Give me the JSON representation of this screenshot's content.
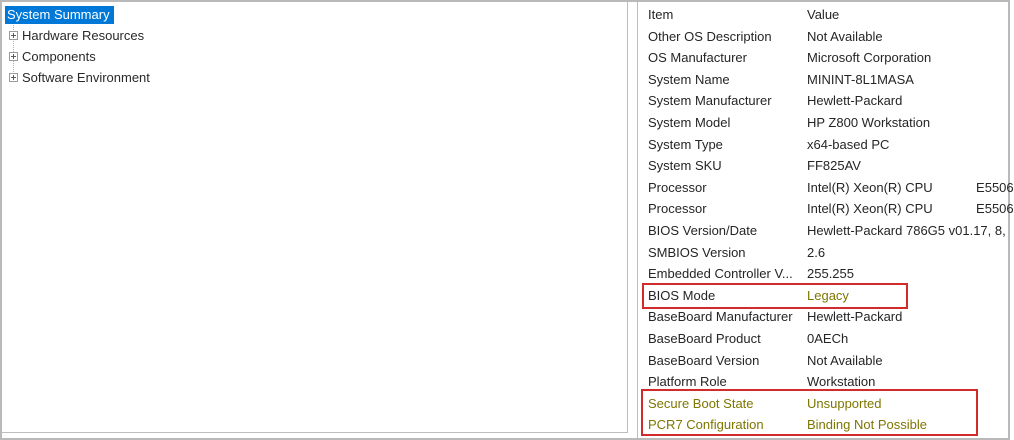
{
  "tree": {
    "items": [
      {
        "label": "System Summary",
        "selected": true,
        "expandable": false
      },
      {
        "label": "Hardware Resources",
        "selected": false,
        "expandable": true
      },
      {
        "label": "Components",
        "selected": false,
        "expandable": true
      },
      {
        "label": "Software Environment",
        "selected": false,
        "expandable": true
      }
    ]
  },
  "table": {
    "columns": [
      "Item",
      "Value"
    ],
    "rows": [
      {
        "item": "Other OS Description",
        "value": "Not Available"
      },
      {
        "item": "OS Manufacturer",
        "value": "Microsoft Corporation"
      },
      {
        "item": "System Name",
        "value": "MININT-8L1MASA"
      },
      {
        "item": "System Manufacturer",
        "value": "Hewlett-Packard"
      },
      {
        "item": "System Model",
        "value": "HP Z800 Workstation"
      },
      {
        "item": "System Type",
        "value": "x64-based PC"
      },
      {
        "item": "System SKU",
        "value": "FF825AV"
      },
      {
        "item": "Processor",
        "value": "Intel(R) Xeon(R) CPU            E5506"
      },
      {
        "item": "Processor",
        "value": "Intel(R) Xeon(R) CPU            E5506"
      },
      {
        "item": "BIOS Version/Date",
        "value": "Hewlett-Packard 786G5 v01.17, 8,"
      },
      {
        "item": "SMBIOS Version",
        "value": "2.6"
      },
      {
        "item": "Embedded Controller V...",
        "value": "255.255"
      },
      {
        "item": "BIOS Mode",
        "value": "Legacy",
        "value_highlight": true
      },
      {
        "item": "BaseBoard Manufacturer",
        "value": "Hewlett-Packard"
      },
      {
        "item": "BaseBoard Product",
        "value": "0AECh"
      },
      {
        "item": "BaseBoard Version",
        "value": "Not Available"
      },
      {
        "item": "Platform Role",
        "value": "Workstation"
      },
      {
        "item": "Secure Boot State",
        "value": "Unsupported",
        "row_highlight": true
      },
      {
        "item": "PCR7 Configuration",
        "value": "Binding Not Possible",
        "row_highlight": true
      }
    ]
  },
  "colors": {
    "selection_bg": "#0078d7",
    "highlight_text": "#7e7600",
    "annotation_box": "#d12b2b",
    "pane_border": "#bdbdbd"
  },
  "annotations": [
    {
      "name": "bios-mode-box"
    },
    {
      "name": "secure-boot-pcr7-box"
    }
  ]
}
